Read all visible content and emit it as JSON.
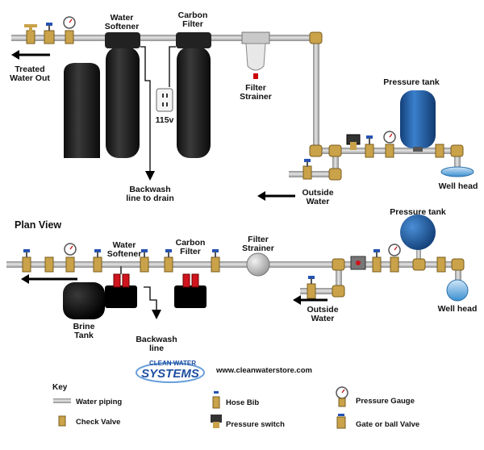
{
  "elevation": {
    "water_softener": [
      "Water",
      "Softener"
    ],
    "carbon_filter": [
      "Carbon",
      "Filter"
    ],
    "treated_water_out": [
      "Treated",
      "Water Out"
    ],
    "outlet_voltage": "115v",
    "backwash": [
      "Backwash",
      "line to drain"
    ],
    "filter_strainer": [
      "Filter",
      "Strainer"
    ],
    "pressure_tank": "Pressure tank",
    "outside_water": [
      "Outside",
      "Water"
    ],
    "well_head": "Well head"
  },
  "plan": {
    "title": "Plan View",
    "water_softener": [
      "Water",
      "Softener"
    ],
    "carbon_filter": [
      "Carbon",
      "Filter"
    ],
    "filter_strainer": [
      "Filter",
      "Strainer"
    ],
    "pressure_tank": "Pressure tank",
    "brine_tank": [
      "Brine",
      "Tank"
    ],
    "backwash": [
      "Backwash",
      "line"
    ],
    "outside_water": [
      "Outside",
      "Water"
    ],
    "well_head": "Well head"
  },
  "brand": {
    "line1": "CLEAN WATER",
    "line2": "SYSTEMS",
    "url": "www.cleanwaterstore.com"
  },
  "key": {
    "title": "Key",
    "items": {
      "water_piping": "Water piping",
      "check_valve": "Check Valve",
      "hose_bib": "Hose Bib",
      "pressure_switch": "Pressure switch",
      "pressure_gauge": "Pressure Gauge",
      "gate_valve": "Gate or ball Valve"
    }
  },
  "colors": {
    "pipe": "#a8a8a8",
    "brass": "#c9a24a",
    "tank_blue": "#1f5fa8",
    "valve_red": "#d0141e",
    "brand_blue": "#1e4fa0"
  }
}
